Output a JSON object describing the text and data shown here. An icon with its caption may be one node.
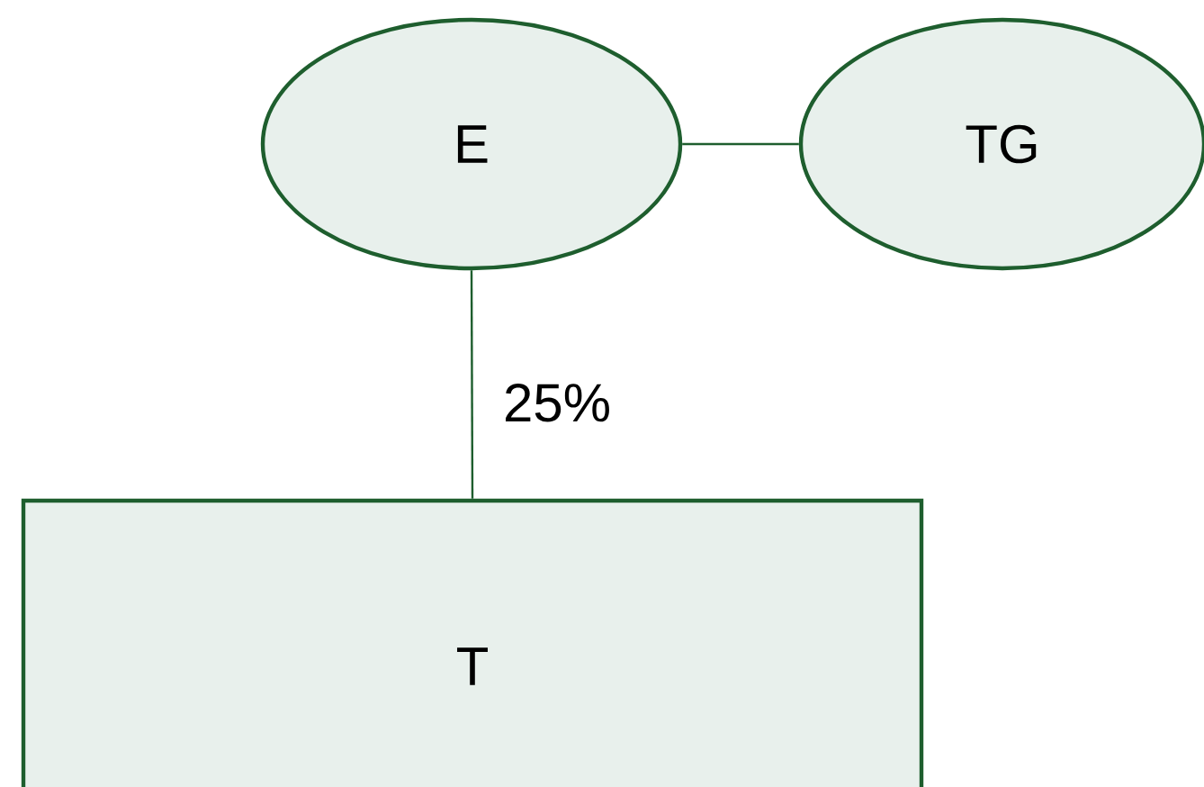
{
  "diagram": {
    "nodes": [
      {
        "text": [
          "E"
        ]
      },
      {
        "text": [
          "TG"
        ]
      },
      {
        "text": [
          "T"
        ]
      }
    ],
    "edges": [
      {
        "from": 0,
        "to": 1,
        "arrow": "none"
      },
      {
        "from": 0,
        "to": 2,
        "arrow": "none",
        "label": "25%"
      }
    ]
  }
}
